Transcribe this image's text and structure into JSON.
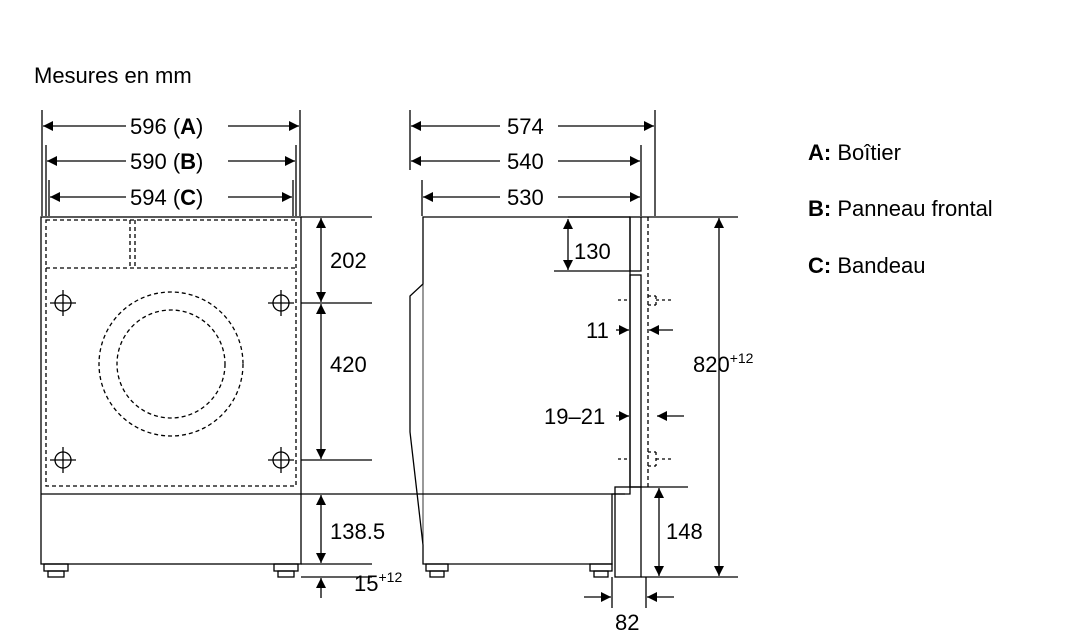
{
  "heading": "Mesures en mm",
  "front_view": {
    "width_a": {
      "value": "596 (",
      "key": "A",
      "close": ")"
    },
    "width_b": {
      "value": "590 (",
      "key": "B",
      "close": ")"
    },
    "width_c": {
      "value": "594 (",
      "key": "C",
      "close": ")"
    },
    "height_top": "202",
    "height_mid": "420",
    "height_plinth": "138.5",
    "foot_gap": {
      "base": "15",
      "sup": "+12"
    }
  },
  "side_view": {
    "depth_total": "574",
    "depth_mid": "540",
    "depth_body": "530",
    "top_panel": "130",
    "gap_small": "11",
    "gap_range": "19–21",
    "total_height": {
      "base": "820",
      "sup": "+12"
    },
    "plinth_height": "148",
    "plinth_depth": "82"
  },
  "legend": [
    {
      "key": "A:",
      "label": "Boîtier"
    },
    {
      "key": "B:",
      "label": "Panneau frontal"
    },
    {
      "key": "C:",
      "label": "Bandeau"
    }
  ]
}
